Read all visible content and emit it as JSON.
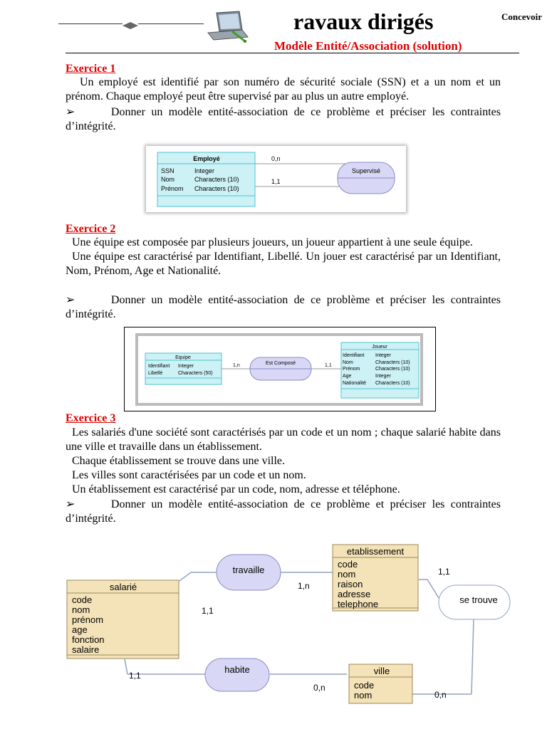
{
  "header": {
    "title": "ravaux dirigés",
    "corner_text": "Concevoir",
    "subtitle": "Modèle Entité/Association (solution)"
  },
  "exercise1": {
    "title": "Exercice 1",
    "lines": [
      "Un employé est identifié par son numéro de sécurité sociale (SSN) et a un nom et un prénom. Chaque employé peut être supervisé par au plus un autre employé."
    ],
    "bullet_symbol": "➢",
    "bullet_text": "Donner un modèle entité-association de ce problème et préciser les contraintes d’intégrité.",
    "diagram": {
      "entity_name": "Employé",
      "attributes": [
        {
          "name": "SSN",
          "type": "Integer"
        },
        {
          "name": "Nom",
          "type": "Characters (10)"
        },
        {
          "name": "Prénom",
          "type": "Characters (10)"
        }
      ],
      "association": "Supervisé",
      "card_top": "0,n",
      "card_bottom": "1,1"
    }
  },
  "exercise2": {
    "title": "Exercice 2",
    "line1": "Une équipe est composée par plusieurs joueurs, un joueur appartient à une seule équipe.",
    "line2": "Une équipe est caractérisé par Identifiant, Libellé. Un jouer est caractérisé par un Identifiant, Nom, Prénom, Age et Nationalité.",
    "bullet_symbol": "➢",
    "bullet_text": "Donner un modèle entité-association de ce problème et préciser les contraintes d’intégrité.",
    "diagram": {
      "entity1_name": "Equipe",
      "entity1_attributes": [
        {
          "name": "Identifiant",
          "type": "Integer"
        },
        {
          "name": "Libellé",
          "type": "Characters (50)"
        }
      ],
      "association": "Est Composé",
      "card_left": "1,n",
      "card_right": "1,1",
      "entity2_name": "Joueur",
      "entity2_attributes": [
        {
          "name": "Identifiant",
          "type": "Integer"
        },
        {
          "name": "Nom",
          "type": "Characters (10)"
        },
        {
          "name": "Prénom",
          "type": "Characters (10)"
        },
        {
          "name": "Age",
          "type": "Integer"
        },
        {
          "name": "Nationalité",
          "type": "Characters (10)"
        }
      ]
    }
  },
  "exercise3": {
    "title": "Exercice 3",
    "line1": "Les salariés d'une société sont caractérisés par un code et un nom ; chaque salarié habite dans une ville et travaille dans un établissement.",
    "line2": "Chaque établissement se trouve dans une ville.",
    "line3": "Les villes sont caractérisées par un code et un nom.",
    "line4": "Un établissement est caractérisé par un code, nom, adresse et téléphone.",
    "bullet_symbol": "➢",
    "bullet_text": "Donner un modèle entité-association de ce problème et préciser les contraintes d’intégrité.",
    "diagram": {
      "salarie_name": "salarié",
      "salarie_attributes": [
        "code",
        "nom",
        "prénom",
        "age",
        "fonction",
        "salaire"
      ],
      "etab_name": "etablissement",
      "etab_attributes": [
        "code",
        "nom",
        "raison",
        "adresse",
        "telephone"
      ],
      "ville_name": "ville",
      "ville_attributes": [
        "code",
        "nom"
      ],
      "assoc_travaille": "travaille",
      "assoc_habite": "habite",
      "assoc_setrouve": "se trouve",
      "card_salarie_travaille": "1,1",
      "card_etab_travaille": "1,n",
      "card_etab_setrouve": "1,1",
      "card_ville_setrouve": "0,n",
      "card_salarie_habite": "1,1",
      "card_ville_habite": "0,n"
    }
  },
  "colors": {
    "red_heading": "#e00000",
    "entity_fill_cyan": "#ccf2f6",
    "entity_border_cyan": "#4fc3d0",
    "assoc_fill": "#d8d8f6",
    "assoc_border": "#8888c8",
    "tan_fill": "#f4e3b8",
    "tan_border": "#9a8a5a"
  }
}
